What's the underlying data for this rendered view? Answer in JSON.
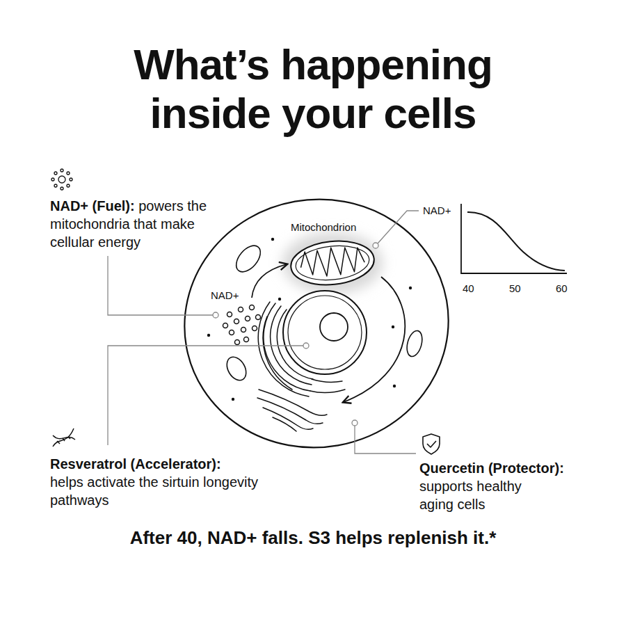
{
  "diagram": {
    "title": "What’s happening inside your cells",
    "labels": [
      "NAD+ (Fuel):",
      "powers the mitochondria that make cellular energy",
      "Mitochondrion",
      "NAD+",
      "NAD+",
      "40",
      "50",
      "60",
      "Resveratrol (Accelerator):",
      "helps activate the sirtuin longevity pathways",
      "Quercetin (Protector):",
      "supports healthy aging cells"
    ],
    "caption": "After 40, NAD+ falls. S3 helps replenish it.*"
  }
}
